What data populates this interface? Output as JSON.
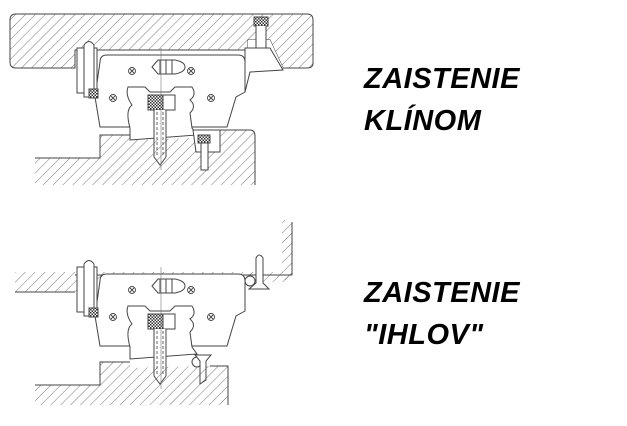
{
  "diagrams": [
    {
      "title_line1": "ZAISTENIE",
      "title_line2": "KLÍNOM"
    },
    {
      "title_line1": "ZAISTENIE",
      "title_line2": "\"IHLOV\""
    }
  ]
}
